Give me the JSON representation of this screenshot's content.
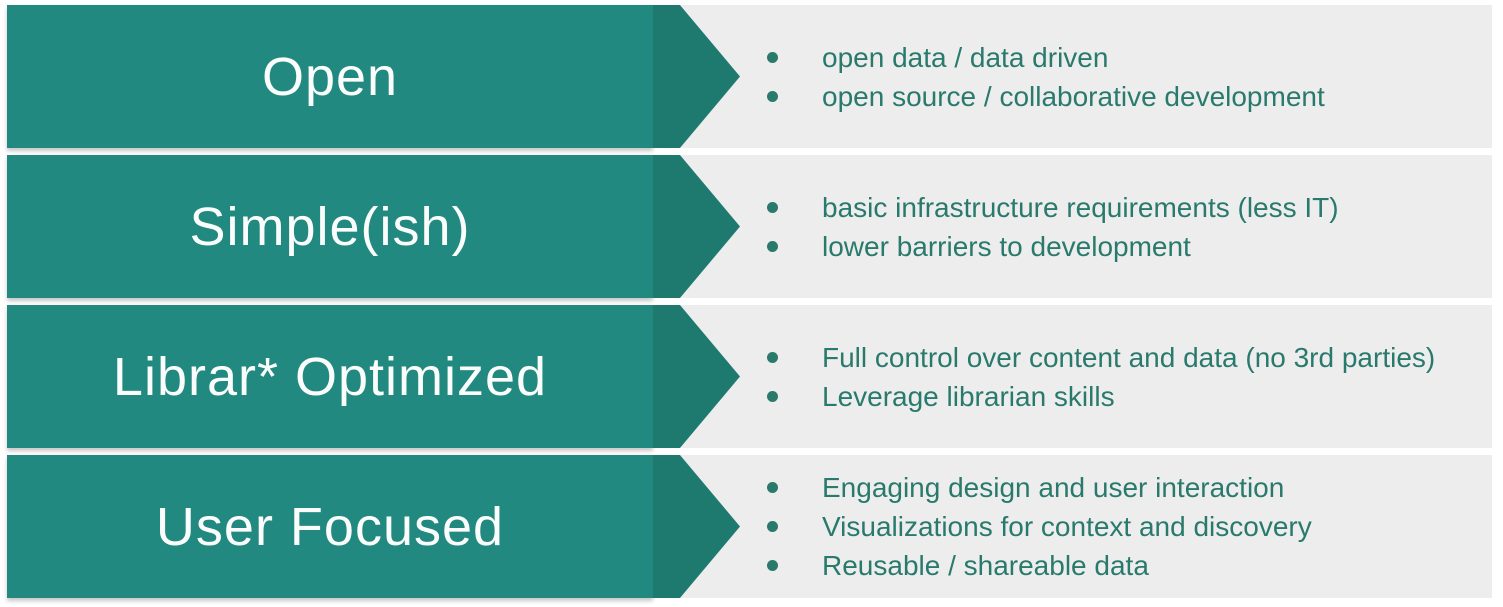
{
  "colors": {
    "page-bg": "#ffffff",
    "row-bg": "#ededed",
    "banner": "#21897f",
    "arrow": "#1e7a6f",
    "title-text": "#fafdfc",
    "bullet-text": "#297a6d"
  },
  "rows": [
    {
      "title": "Open",
      "bullets": [
        "open data / data driven",
        "open source / collaborative development"
      ]
    },
    {
      "title": "Simple(ish)",
      "bullets": [
        "basic infrastructure requirements (less IT)",
        "lower barriers to development"
      ]
    },
    {
      "title": "Librar* Optimized",
      "bullets": [
        "Full control over content and data (no 3rd parties)",
        "Leverage librarian skills"
      ]
    },
    {
      "title": "User Focused",
      "bullets": [
        "Engaging design and user interaction",
        "Visualizations for context and discovery",
        "Reusable / shareable data"
      ]
    }
  ]
}
